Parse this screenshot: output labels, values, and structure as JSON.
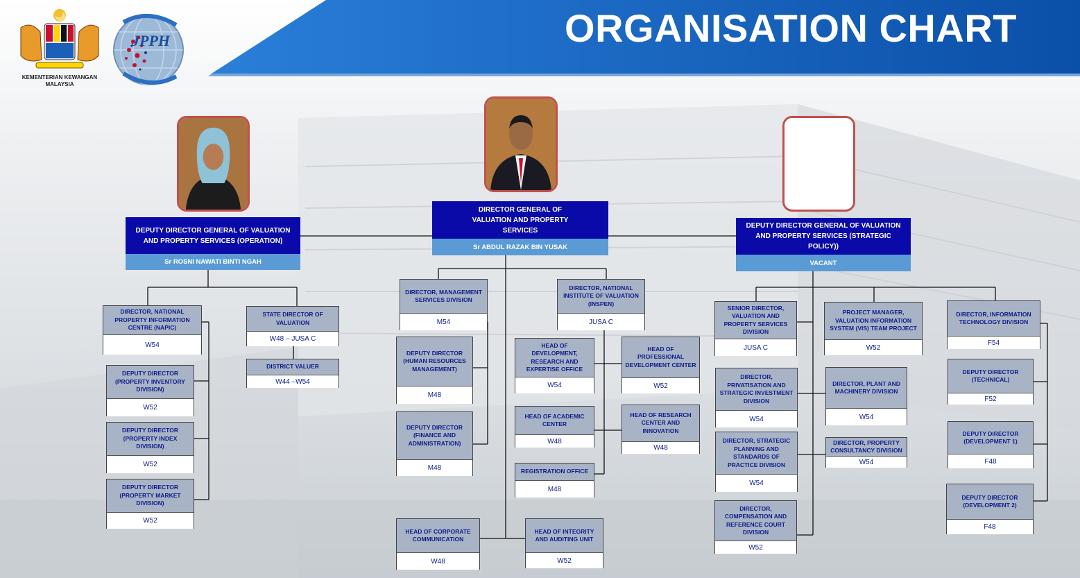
{
  "header": {
    "title": "ORGANISATION CHART",
    "ministry_logo_text": "KEMENTERIAN KEWANGAN MALAYSIA",
    "agency_logo_text": "JPPH"
  },
  "colors": {
    "title_band": "#0a62c8",
    "top_box": "#0a0aa8",
    "name_bar": "#5b9bd5",
    "unit_header": "#a9b3c6",
    "unit_text": "#0c1d8a",
    "photo_border": "#c0504d"
  },
  "top": {
    "left": {
      "title": "DEPUTY DIRECTOR GENERAL OF VALUATION AND PROPERTY SERVICES (OPERATION)",
      "name": "Sr ROSNI NAWATI BINTI NGAH"
    },
    "center": {
      "title": "DIRECTOR GENERAL OF VALUATION AND PROPERTY SERVICES",
      "name": "Sr ABDUL RAZAK BIN YUSAK"
    },
    "right": {
      "title": "DEPUTY DIRECTOR GENERAL OF VALUATION AND PROPERTY SERVICES (STRATEGIC POLICY))",
      "name": "VACANT"
    }
  },
  "units": {
    "napic": {
      "title": "DIRECTOR, NATIONAL PROPERTY INFORMATION CENTRE (NAPIC)",
      "grade": "W54"
    },
    "state_director": {
      "title": "STATE DIRECTOR OF VALUATION",
      "grade": "W48 – JUSA C"
    },
    "district_valuer": {
      "title": "DISTRICT VALUER",
      "grade": "W44 –W54"
    },
    "dd_prop_inventory": {
      "title": "DEPUTY DIRECTOR (PROPERTY INVENTORY DIVISION)",
      "grade": "W52"
    },
    "dd_prop_index": {
      "title": "DEPUTY DIRECTOR (PROPERTY INDEX DIVISION)",
      "grade": "W52"
    },
    "dd_prop_market": {
      "title": "DEPUTY DIRECTOR (PROPERTY MARKET DIVISION)",
      "grade": "W52"
    },
    "mgmt_services": {
      "title": "DIRECTOR, MANAGEMENT SERVICES DIVISION",
      "grade": "M54"
    },
    "inspen": {
      "title": "DIRECTOR, NATIONAL INSTITUTE OF VALUATION (INSPEN)",
      "grade": "JUSA C"
    },
    "dd_hr": {
      "title": "DEPUTY DIRECTOR (HUMAN RESOURCES MANAGEMENT)",
      "grade": "M48"
    },
    "dd_finance": {
      "title": "DEPUTY DIRECTOR (FINANCE AND ADMINISTRATION)",
      "grade": "M48"
    },
    "head_dev_research": {
      "title": "HEAD OF DEVELOPMENT, RESEARCH AND EXPERTISE OFFICE",
      "grade": "W54"
    },
    "head_prof_dev": {
      "title": "HEAD OF PROFESSIONAL DEVELOPMENT CENTER",
      "grade": "W52"
    },
    "head_academic": {
      "title": "HEAD OF ACADEMIC CENTER",
      "grade": "W48"
    },
    "head_research_innov": {
      "title": "HEAD OF RESEARCH CENTER AND INNOVATION",
      "grade": "W48"
    },
    "registration": {
      "title": "REGISTRATION OFFICE",
      "grade": "M48"
    },
    "corp_comm": {
      "title": "HEAD OF CORPORATE COMMUNICATION",
      "grade": "W48"
    },
    "integrity_audit": {
      "title": "HEAD OF INTEGRITY AND AUDITING UNIT",
      "grade": "W52"
    },
    "sr_dir_valuation": {
      "title": "SENIOR DIRECTOR, VALUATION AND PROPERTY SERVICES DIVISION",
      "grade": "JUSA C"
    },
    "privatisation": {
      "title": "DIRECTOR, PRIVATISATION AND STRATEGIC INVESTMENT DIVISION",
      "grade": "W54"
    },
    "strategic_planning": {
      "title": "DIRECTOR, STRATEGIC PLANNING AND STANDARDS OF PRACTICE DIVISION",
      "grade": "W54"
    },
    "compensation": {
      "title": "DIRECTOR, COMPENSATION AND REFERENCE COURT DIVISION",
      "grade": "W52"
    },
    "vis_project": {
      "title": "PROJECT MANAGER, VALUATION INFORMATION SYSTEM (VIS) TEAM PROJECT",
      "grade": "W52"
    },
    "plant_machinery": {
      "title": "DIRECTOR, PLANT AND MACHINERY DIVISION",
      "grade": "W54"
    },
    "prop_consultancy": {
      "title": "DIRECTOR, PROPERTY CONSULTANCY DIVISION",
      "grade": "W54"
    },
    "it_division": {
      "title": "DIRECTOR, INFORMATION TECHNOLOGY DIVISION",
      "grade": "F54"
    },
    "dd_technical": {
      "title": "DEPUTY DIRECTOR (TECHNICAL)",
      "grade": "F52"
    },
    "dd_dev1": {
      "title": "DEPUTY DIRECTOR (DEVELOPMENT 1)",
      "grade": "F48"
    },
    "dd_dev2": {
      "title": "DEPUTY DIRECTOR (DEVELOPMENT 2)",
      "grade": "F48"
    }
  }
}
